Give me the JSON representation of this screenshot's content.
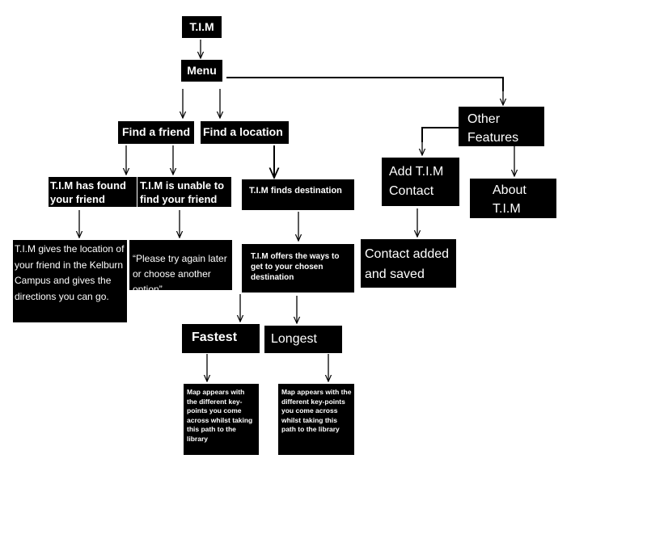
{
  "nodes": {
    "tim": "T.I.M",
    "menu": "Menu",
    "find_friend": "Find a friend",
    "find_location": "Find a location",
    "other_features": "Other Features",
    "friend_found": "T.I.M has found your friend",
    "friend_not_found": "T.I.M is unable to find your friend",
    "finds_destination": "T.I.M finds destination",
    "add_contact": "Add T.I.M Contact",
    "about": "About T.I.M",
    "gives_location": "T.I.M gives the location of your friend in the Kelburn Campus and gives the directions you can go.",
    "try_again": "“Please try again later or choose another option”",
    "offers_ways": "T.I.M offers the ways to get to your chosen destination",
    "contact_saved": "Contact added and saved",
    "fastest": "Fastest",
    "longest": "Longest",
    "map_fastest": "Map appears with the different key-points you come across whilst taking this path to the library",
    "map_longest": "Map appears with the different key-points you come across whilst taking this path to the library"
  }
}
